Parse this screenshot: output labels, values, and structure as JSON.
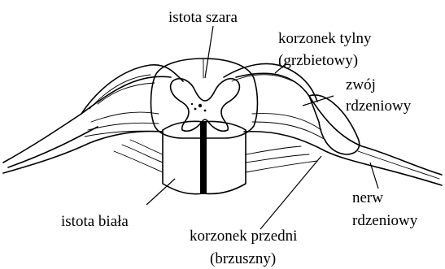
{
  "labels": {
    "gray_matter": "istota szara",
    "dorsal_root_line1": "korzonek tylny",
    "dorsal_root_line2": "(grzbietowy)",
    "ganglion_line1": "zwój",
    "ganglion_line2": "rdzeniowy",
    "spinal_nerve_line1": "nerw",
    "spinal_nerve_line2": "rdzeniowy",
    "white_matter": "istota biała",
    "ventral_root_line1": "korzonek przedni",
    "ventral_root_line2": "(brzuszny)"
  },
  "colors": {
    "ink": "#000000",
    "background": "#ffffff"
  }
}
